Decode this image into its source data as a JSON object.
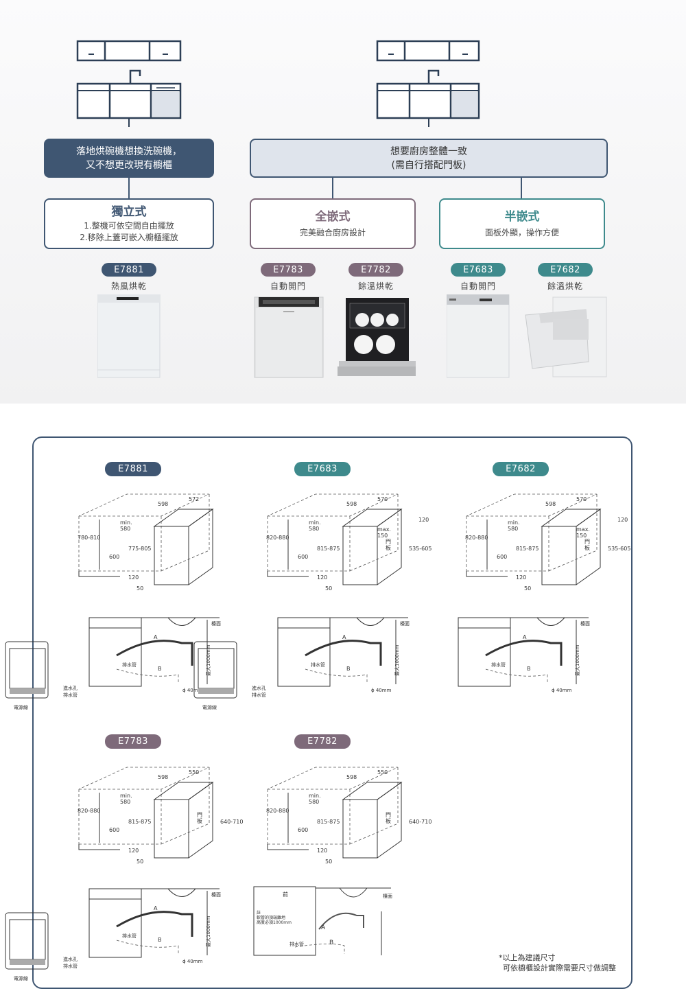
{
  "top": {
    "left_box": {
      "line1": "落地烘碗機想換洗碗機，",
      "line2": "又不想更改現有櫥櫃"
    },
    "right_box": {
      "line1": "想要廚房整體一致",
      "line2": "(需自行搭配門板)"
    },
    "types": {
      "freestanding": {
        "title": "獨立式",
        "desc1": "1.整機可依空間自由擺放",
        "desc2": "2.移除上蓋可嵌入櫥櫃擺放"
      },
      "full_built_in": {
        "title": "全嵌式",
        "desc": "完美融合廚房設計"
      },
      "semi_built_in": {
        "title": "半嵌式",
        "desc": "面板外顯，操作方便"
      }
    },
    "models": [
      {
        "code": "E7881",
        "feature": "熱風烘乾"
      },
      {
        "code": "E7783",
        "feature": "自動開門"
      },
      {
        "code": "E7782",
        "feature": "餘溫烘乾"
      },
      {
        "code": "E7683",
        "feature": "自動開門"
      },
      {
        "code": "E7682",
        "feature": "餘溫烘乾"
      }
    ]
  },
  "panel": {
    "labels": [
      "E7881",
      "E7683",
      "E7682",
      "E7783",
      "E7782"
    ],
    "dims": {
      "d598": "598",
      "d572": "572",
      "d570": "570",
      "d550": "550",
      "min580": "min.\n580",
      "min580_inline": "min.580",
      "h780": "780-810",
      "h820": "820-880",
      "d600": "600",
      "h775": "775-805",
      "h815": "815-875",
      "d120": "120",
      "d50": "50",
      "max150": "max.\n150",
      "d120b": "120",
      "h535": "535-605",
      "h640": "640-710",
      "door": "門\n板"
    },
    "plumb": {
      "counter": "檯面",
      "drain_pipe": "排水管",
      "inlet_hole": "進水孔",
      "drain_hole": "排水管",
      "power": "電源線",
      "max_h": "最大1000mm",
      "dia": "ϕ 40mm",
      "A": "A",
      "B": "B",
      "front": "前",
      "note_small": "註\n軟管的頂端離地\n高度必須1000mm"
    },
    "footnote1": "*以上為建議尺寸",
    "footnote2": "可依櫥櫃設計實際需要尺寸做調整"
  }
}
